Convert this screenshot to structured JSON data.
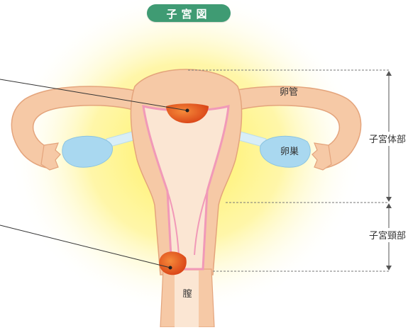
{
  "title": "子宮図",
  "labels": {
    "fallopian_tube": "卵管",
    "ovary": "卵巣",
    "vagina": "膣",
    "uterine_body": "子宮体部",
    "uterine_cervix": "子宮頸部"
  },
  "colors": {
    "title_bg": "#3f9b73",
    "tissue": "#f6c9a6",
    "tissue_outline": "#e4a47c",
    "lining": "#f199b8",
    "cavity": "#fbe6d3",
    "ovary": "#a9d8f0",
    "lesion": "#e8501e",
    "glow": "#fff15a"
  }
}
